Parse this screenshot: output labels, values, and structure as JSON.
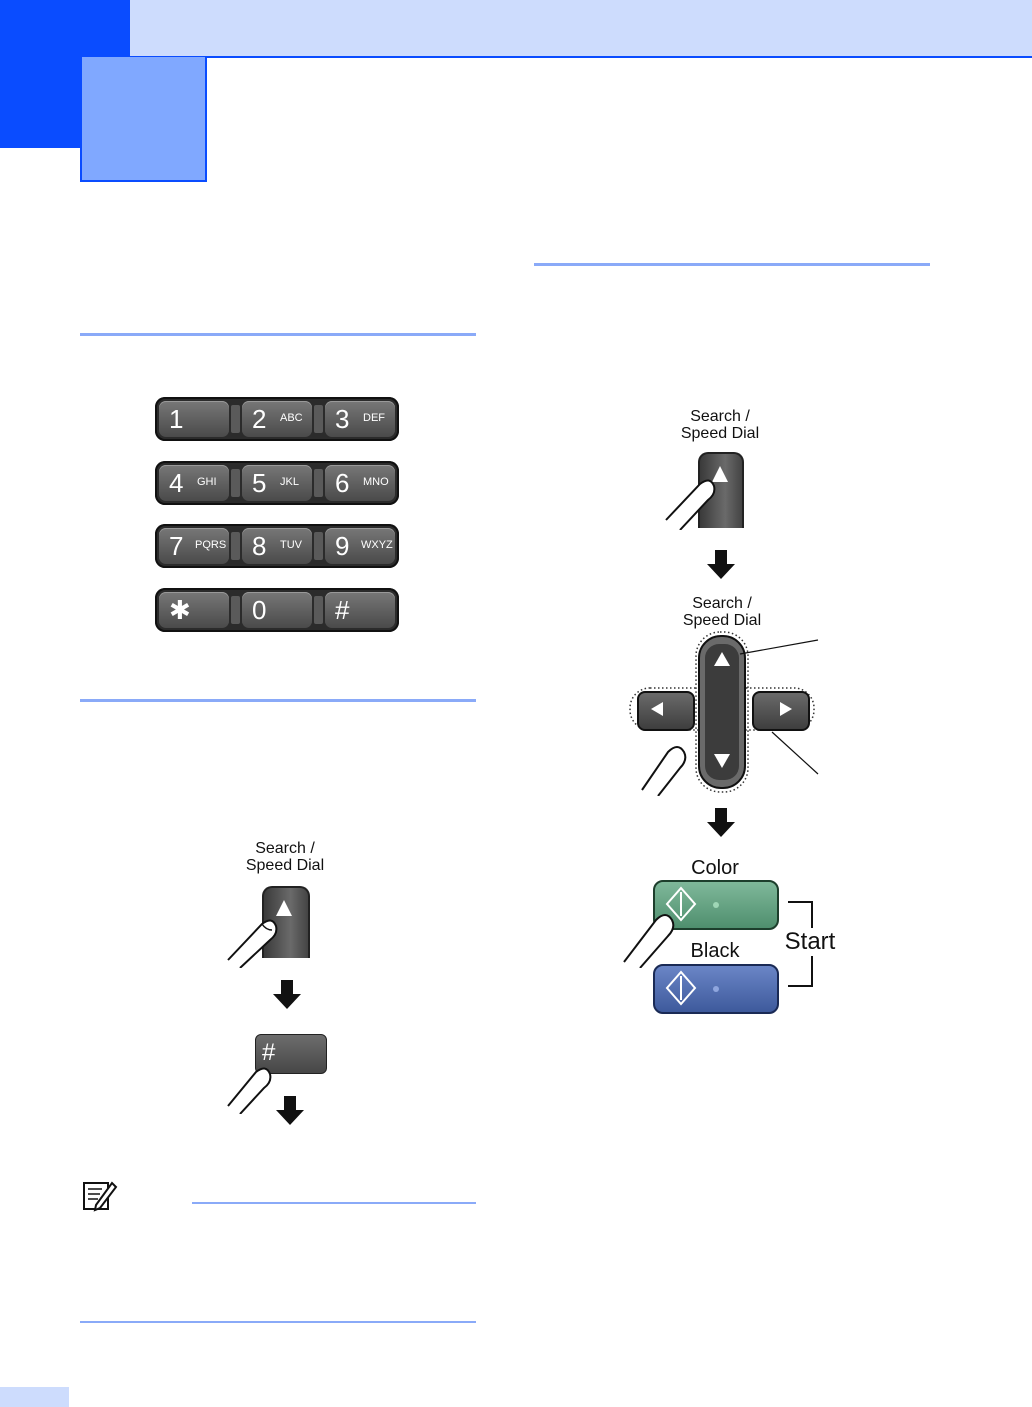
{
  "colors": {
    "header_band": "#cddcfd",
    "chapter_block": "#0a4cff",
    "chapter_tab": "#80a8ff",
    "rule": "#8aaaf8"
  },
  "keypad": {
    "rows": [
      [
        {
          "digit": "1",
          "letters": ""
        },
        {
          "digit": "2",
          "letters": "ABC"
        },
        {
          "digit": "3",
          "letters": "DEF"
        }
      ],
      [
        {
          "digit": "4",
          "letters": "GHI"
        },
        {
          "digit": "5",
          "letters": "JKL"
        },
        {
          "digit": "6",
          "letters": "MNO"
        }
      ],
      [
        {
          "digit": "7",
          "letters": "PQRS"
        },
        {
          "digit": "8",
          "letters": "TUV"
        },
        {
          "digit": "9",
          "letters": "WXYZ"
        }
      ],
      [
        {
          "digit": "✱",
          "letters": ""
        },
        {
          "digit": "0",
          "letters": ""
        },
        {
          "digit": "#",
          "letters": ""
        }
      ]
    ]
  },
  "left_figure": {
    "search_label_line1": "Search /",
    "search_label_line2": "Speed Dial",
    "hash_key": "#"
  },
  "right_figure": {
    "search_label_top_line1": "Search /",
    "search_label_top_line2": "Speed Dial",
    "search_label_mid_line1": "Search /",
    "search_label_mid_line2": "Speed Dial",
    "color_label": "Color",
    "black_label": "Black",
    "start_label": "Start"
  },
  "icons": {
    "note": "note-pencil-icon",
    "down_arrow": "down-arrow-icon",
    "finger": "finger-press-icon"
  }
}
